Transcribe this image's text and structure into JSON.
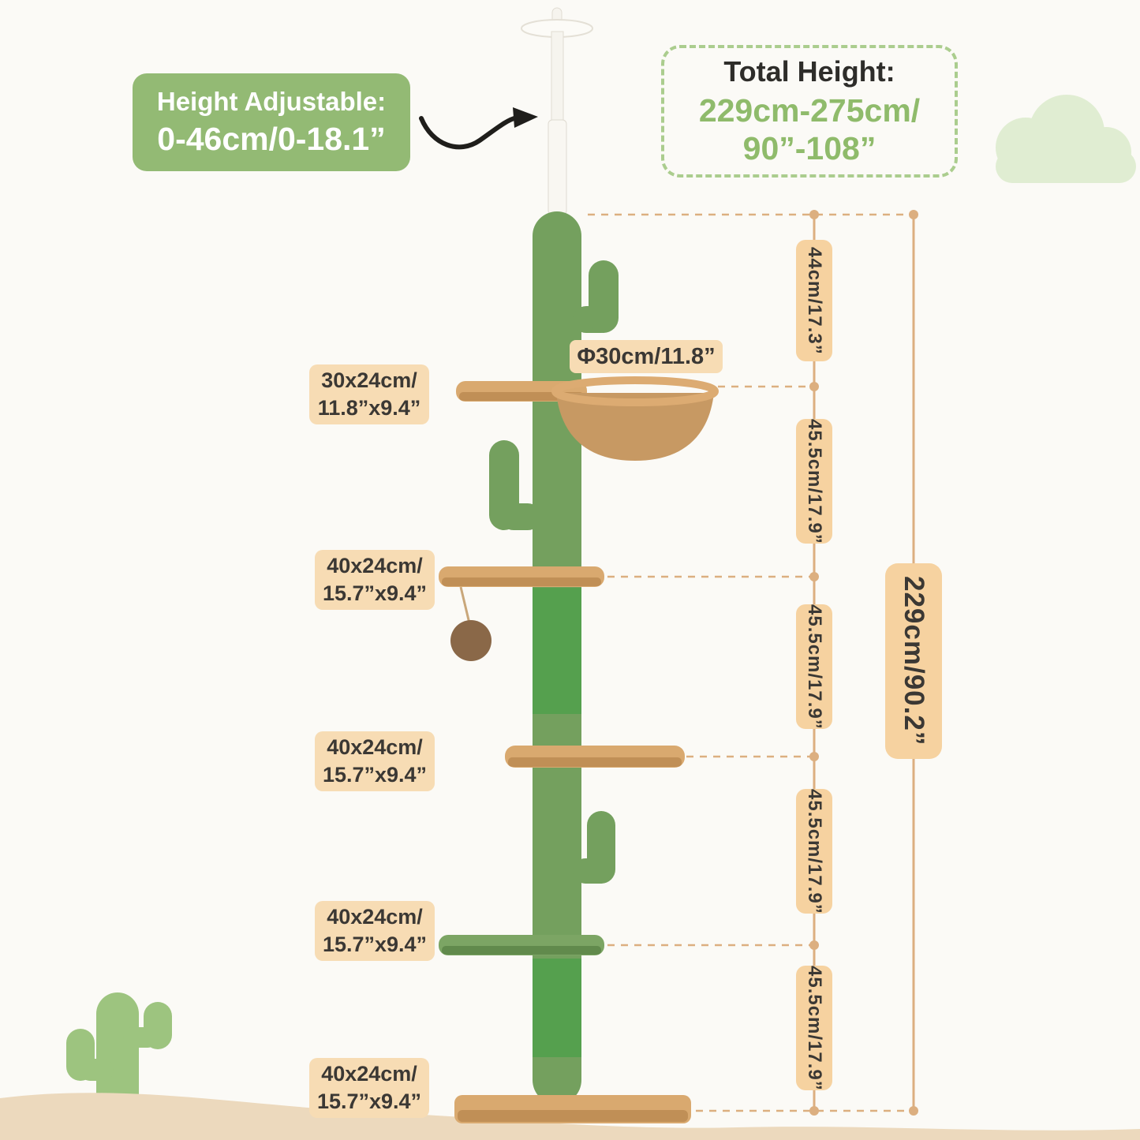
{
  "height_adjustable": {
    "title": "Height Adjustable:",
    "value": "0-46cm/0-18.1”"
  },
  "total_height": {
    "title": "Total Height:",
    "value_line1": "229cm-275cm/",
    "value_line2": "90”-108”"
  },
  "hammock_size": "Φ30cm/11.8”",
  "platform_sizes": [
    {
      "line1": "30x24cm/",
      "line2": "11.8”x9.4”"
    },
    {
      "line1": "40x24cm/",
      "line2": "15.7”x9.4”"
    },
    {
      "line1": "40x24cm/",
      "line2": "15.7”x9.4”"
    },
    {
      "line1": "40x24cm/",
      "line2": "15.7”x9.4”"
    },
    {
      "line1": "40x24cm/",
      "line2": "15.7”x9.4”"
    }
  ],
  "segments": [
    "44cm/17.3”",
    "45.5cm/17.9”",
    "45.5cm/17.9”",
    "45.5cm/17.9”",
    "45.5cm/17.9”"
  ],
  "total_span": "229cm/90.2”",
  "colors": {
    "background": "#fbfaf6",
    "badge_green": "#93ba74",
    "accent_green": "#8fbb6b",
    "label_tan": "#f7dcb4",
    "dimension_tan": "#f6d2a0",
    "dimension_line": "#dcaf80",
    "cactus_green": "#74a05e",
    "sisal_green": "#55a04e",
    "platform_tan": "#d9a96f",
    "ground_beige": "#ecd9bd"
  }
}
